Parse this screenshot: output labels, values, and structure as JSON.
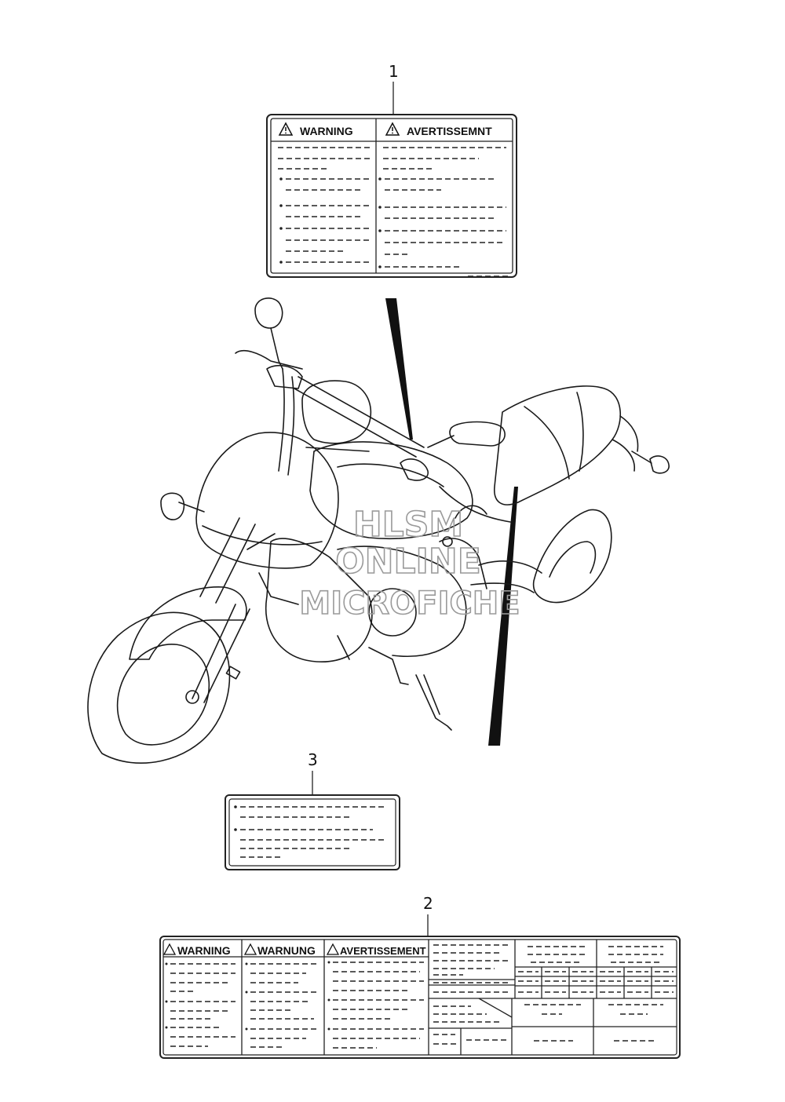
{
  "callouts": {
    "label1": "1",
    "label2": "2",
    "label3": "3"
  },
  "label1": {
    "warning": "WARNING",
    "avertissement": "AVERTISSEMNT"
  },
  "label2": {
    "warning": "WARNING",
    "warnung": "WARNUNG",
    "avertissement": "AVERTISSEMENT"
  },
  "watermark": {
    "line1": "HLSM",
    "line2": "ONLINE",
    "line3": "MICROFICHE"
  },
  "icons": {
    "warning": "warning-triangle-icon"
  }
}
